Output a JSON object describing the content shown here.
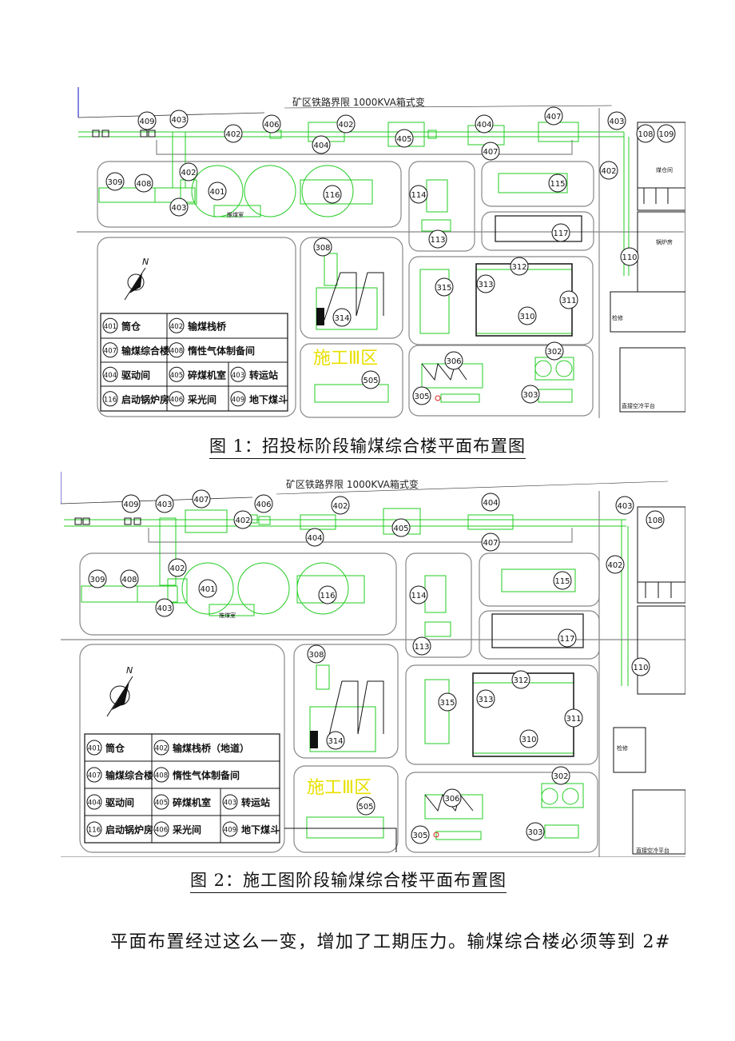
{
  "figure1": {
    "boundary_label": "矿区铁路界限  1000KVA箱式变",
    "zone_label": "施工Ⅲ区",
    "small_label": "推煤室",
    "right_labels": [
      "煤仓间",
      "锅炉房",
      "检修",
      "直接空冷平台"
    ],
    "tags": [
      "409",
      "403",
      "402",
      "406",
      "402",
      "404",
      "405",
      "404",
      "407",
      "407",
      "403",
      "402",
      "309",
      "408",
      "402",
      "401",
      "116",
      "403",
      "114",
      "113",
      "115",
      "117",
      "110",
      "308",
      "312",
      "313",
      "315",
      "311",
      "310",
      "314",
      "306",
      "302",
      "505",
      "305",
      "303",
      "108",
      "109"
    ],
    "caption": "图 1：招投标阶段输煤综合楼平面布置图"
  },
  "figure2": {
    "boundary_label": "矿区铁路界限  1000KVA箱式变",
    "zone_label": "施工Ⅲ区",
    "small_label": "推煤室",
    "right_labels": [
      "检修",
      "直接空冷平台"
    ],
    "tags": [
      "409",
      "403",
      "407",
      "402",
      "406",
      "402",
      "404",
      "405",
      "404",
      "407",
      "403",
      "402",
      "309",
      "408",
      "402",
      "401",
      "116",
      "403",
      "114",
      "113",
      "115",
      "117",
      "110",
      "308",
      "312",
      "313",
      "315",
      "311",
      "310",
      "314",
      "306",
      "302",
      "505",
      "305",
      "303",
      "108"
    ],
    "caption": "图 2：施工图阶段输煤综合楼平面布置图"
  },
  "legend1": {
    "rows": [
      [
        {
          "code": "401",
          "name": "筒仓"
        },
        {
          "code": "402",
          "name": "输煤栈桥"
        }
      ],
      [
        {
          "code": "407",
          "name": "输煤综合楼"
        },
        {
          "code": "408",
          "name": "惰性气体制备间"
        }
      ],
      [
        {
          "code": "404",
          "name": "驱动间"
        },
        {
          "code": "405",
          "name": "碎煤机室"
        },
        {
          "code": "403",
          "name": "转运站"
        }
      ],
      [
        {
          "code": "116",
          "name": "启动锅炉房"
        },
        {
          "code": "406",
          "name": "采光间"
        },
        {
          "code": "409",
          "name": "地下煤斗"
        }
      ]
    ]
  },
  "legend2": {
    "rows": [
      [
        {
          "code": "401",
          "name": "筒仓"
        },
        {
          "code": "402",
          "name": "输煤栈桥（地道）"
        }
      ],
      [
        {
          "code": "407",
          "name": "输煤综合楼"
        },
        {
          "code": "408",
          "name": "惰性气体制备间"
        }
      ],
      [
        {
          "code": "404",
          "name": "驱动间"
        },
        {
          "code": "405",
          "name": "碎煤机室"
        },
        {
          "code": "403",
          "name": "转运站"
        }
      ],
      [
        {
          "code": "116",
          "name": "启动锅炉房"
        },
        {
          "code": "406",
          "name": "采光间"
        },
        {
          "code": "409",
          "name": "地下煤斗"
        }
      ]
    ]
  },
  "north_label": "N",
  "body_text": "平面布置经过这么一变，增加了工期压力。输煤综合楼必须等到 2#",
  "colors": {
    "green": "#22cc22",
    "gray": "#888888",
    "black": "#111111",
    "yellow": "#e8e000",
    "blue": "#3333cc",
    "red": "#dd2222"
  }
}
